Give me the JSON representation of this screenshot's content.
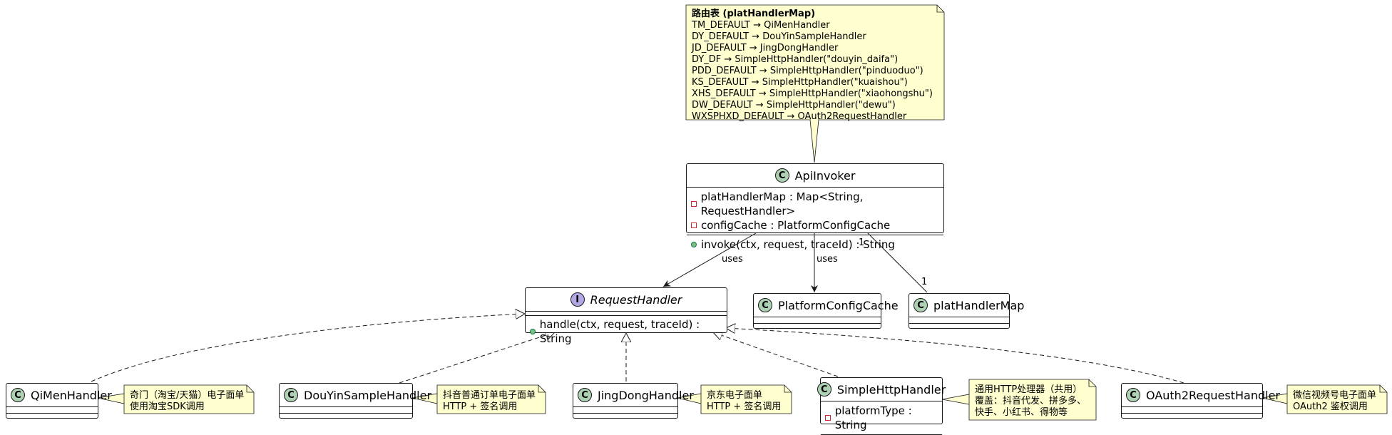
{
  "route_note": {
    "title": "路由表 (platHandlerMap)",
    "lines": [
      "TM_DEFAULT → QiMenHandler",
      "DY_DEFAULT → DouYinSampleHandler",
      "JD_DEFAULT → JingDongHandler",
      "DY_DF → SimpleHttpHandler(\"douyin_daifa\")",
      "PDD_DEFAULT → SimpleHttpHandler(\"pinduoduo\")",
      "KS_DEFAULT → SimpleHttpHandler(\"kuaishou\")",
      "XHS_DEFAULT → SimpleHttpHandler(\"xiaohongshu\")",
      "DW_DEFAULT → SimpleHttpHandler(\"dewu\")",
      "WXSPHXD_DEFAULT → OAuth2RequestHandler"
    ]
  },
  "api_invoker": {
    "badge": "C",
    "name": "ApiInvoker",
    "fields": [
      "platHandlerMap : Map<String, RequestHandler>",
      "configCache : PlatformConfigCache"
    ],
    "methods": [
      "invoke(ctx, request, traceId) : String"
    ]
  },
  "request_handler": {
    "badge": "I",
    "name": "RequestHandler",
    "methods": [
      "handle(ctx, request, traceId) : String"
    ]
  },
  "platform_config_cache": {
    "badge": "C",
    "name": "PlatformConfigCache"
  },
  "plat_handler_map": {
    "badge": "C",
    "name": "platHandlerMap"
  },
  "qimen": {
    "badge": "C",
    "name": "QiMenHandler",
    "note": [
      "奇门（淘宝/天猫）电子面单",
      "使用淘宝SDK调用"
    ]
  },
  "douyin": {
    "badge": "C",
    "name": "DouYinSampleHandler",
    "note": [
      "抖音普通订单电子面单",
      "HTTP + 签名调用"
    ]
  },
  "jingdong": {
    "badge": "C",
    "name": "JingDongHandler",
    "note": [
      "京东电子面单",
      "HTTP + 签名调用"
    ]
  },
  "simplehttp": {
    "badge": "C",
    "name": "SimpleHttpHandler",
    "fields": [
      "platformType : String"
    ],
    "note": [
      "通用HTTP处理器（共用）",
      "覆盖：抖音代发、拼多多、",
      "快手、小红书、得物等"
    ]
  },
  "oauth2": {
    "badge": "C",
    "name": "OAuth2RequestHandler",
    "note": [
      "微信视频号电子面单",
      "OAuth2 鉴权调用"
    ]
  },
  "edges": {
    "uses_handler": "uses",
    "uses_cache": "uses",
    "mult_src": "1",
    "mult_dst": "1"
  },
  "colors": {
    "note_bg": "#fefece",
    "class_badge": "#add1b2",
    "interface_badge": "#b4a7e5",
    "line": "#181818"
  }
}
